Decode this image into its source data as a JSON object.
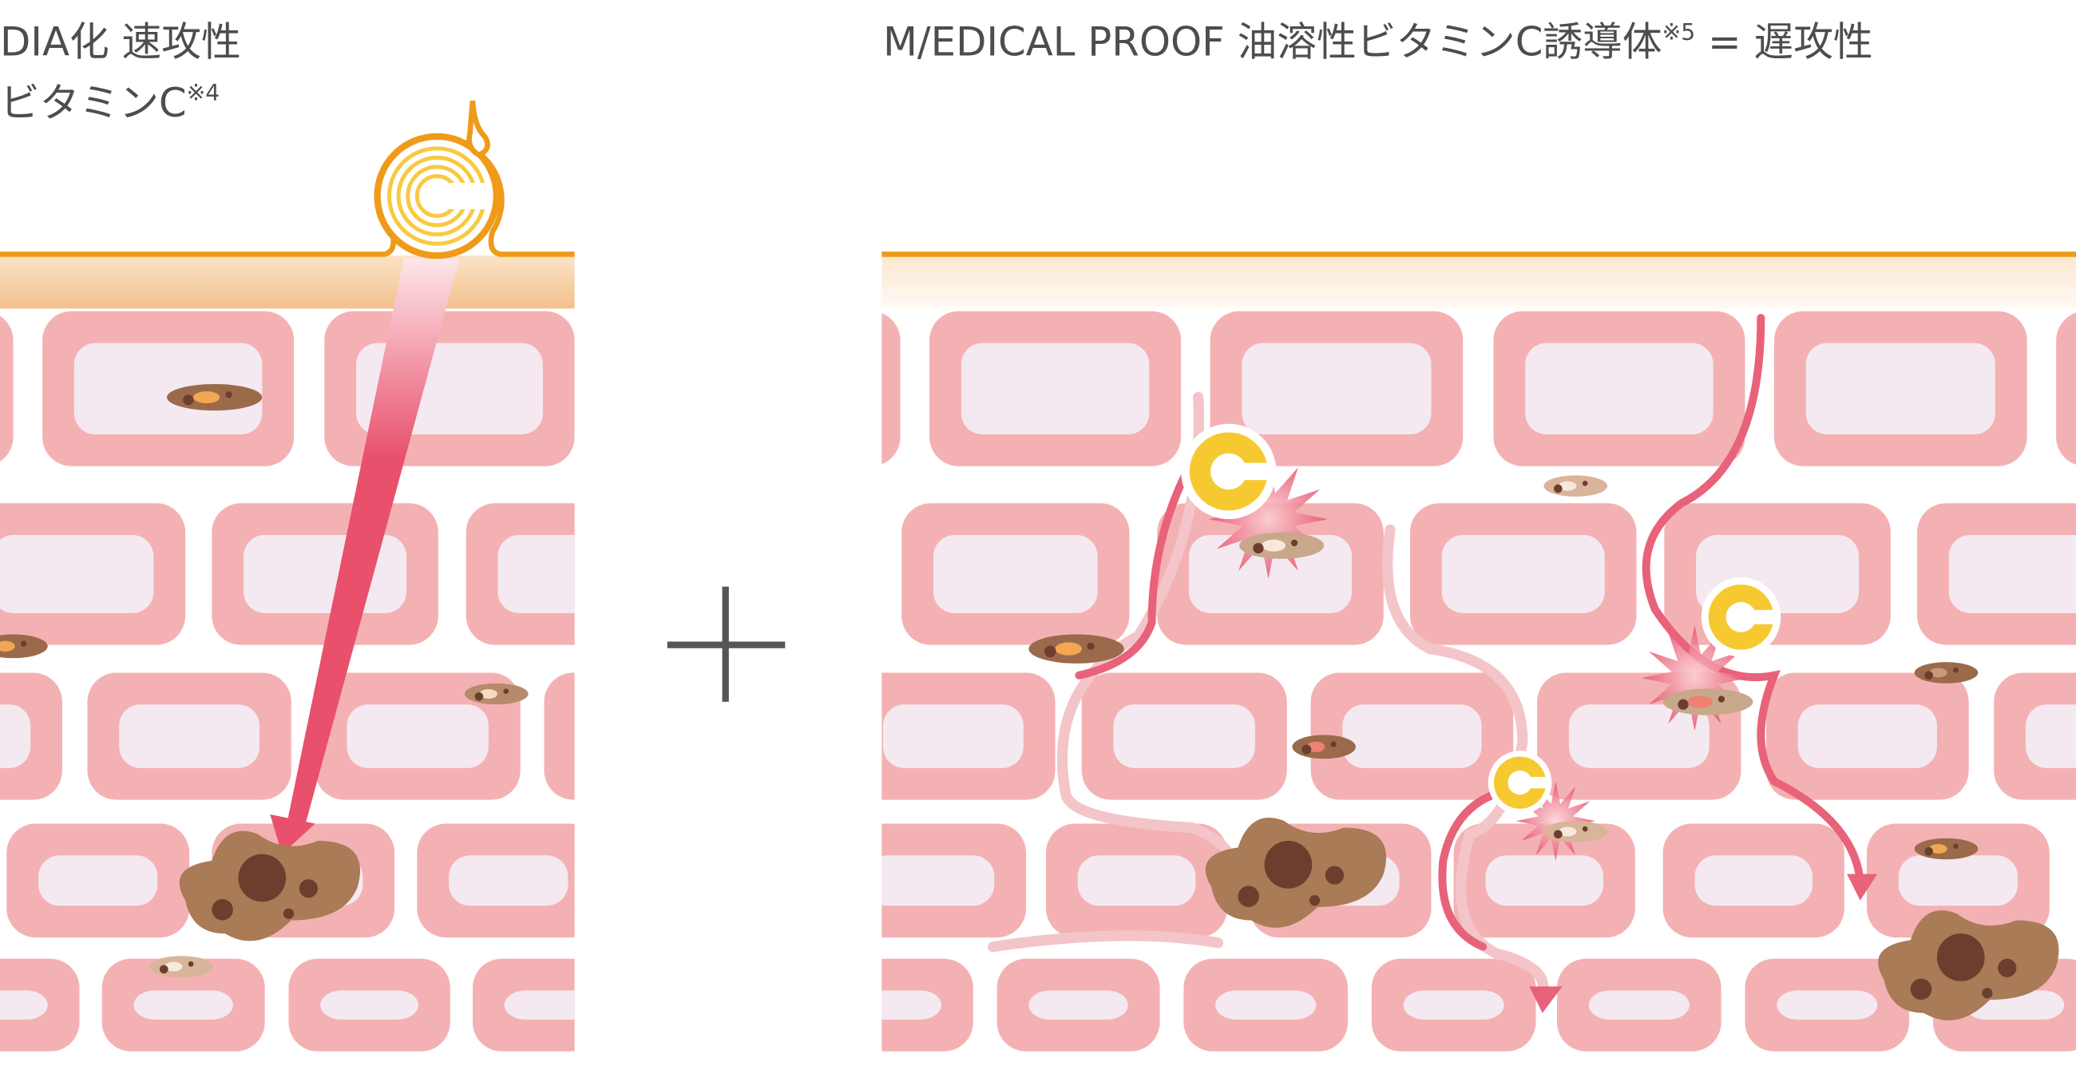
{
  "left_panel": {
    "title_line1": "DIA化 速攻性",
    "title_line2": "ビタミンC",
    "title_note": "※4",
    "vitamin_c_icon": "vitamin-c-droplet-icon"
  },
  "connector": {
    "icon": "plus-icon"
  },
  "right_panel": {
    "title_main": "M/EDICAL PROOF 油溶性ビタミンC誘導体",
    "title_note": "※5",
    "title_suffix": " = 遅攻性",
    "vitamin_c_icon": "vitamin-c-icon"
  },
  "colors": {
    "cell_outer": "#f4b1b3",
    "cell_inner": "#f4e9f0",
    "skin_line": "#f09a1a",
    "arrow": "#e8506c",
    "melanin": "#a97b56",
    "text": "#4d4d4d"
  }
}
